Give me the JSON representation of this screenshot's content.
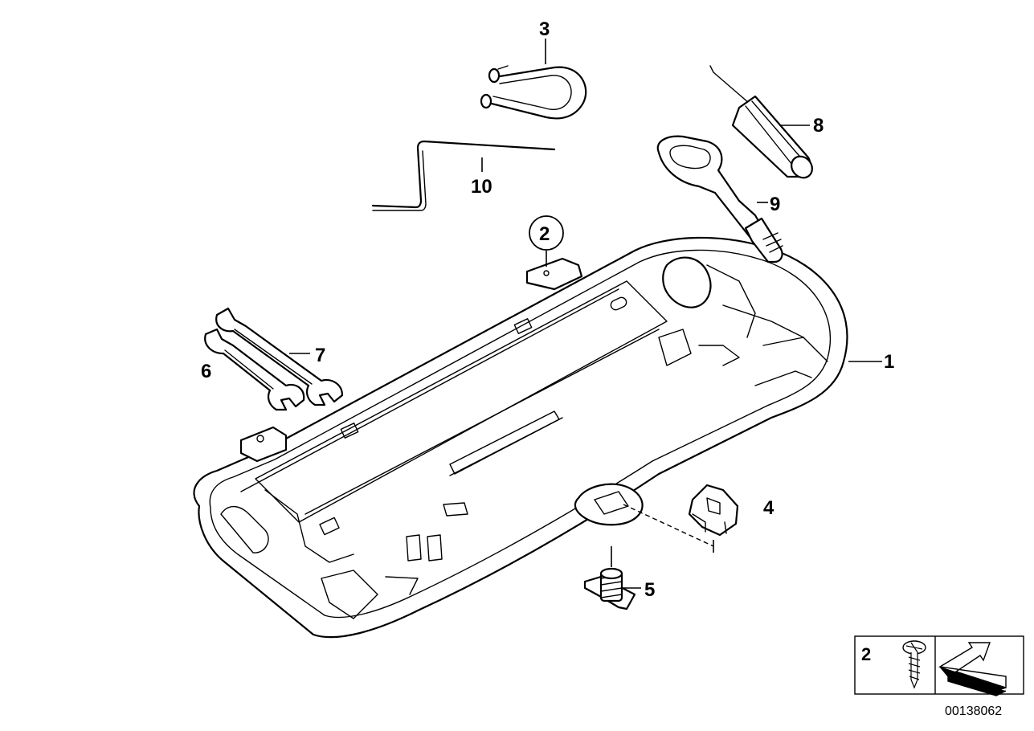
{
  "diagram": {
    "callouts": {
      "c1": "1",
      "c2": "2",
      "c3": "3",
      "c4": "4",
      "c5": "5",
      "c6": "6",
      "c7": "7",
      "c8": "8",
      "c9": "9",
      "c10": "10"
    },
    "legend": {
      "number": "2"
    },
    "document_id": "00138062"
  }
}
